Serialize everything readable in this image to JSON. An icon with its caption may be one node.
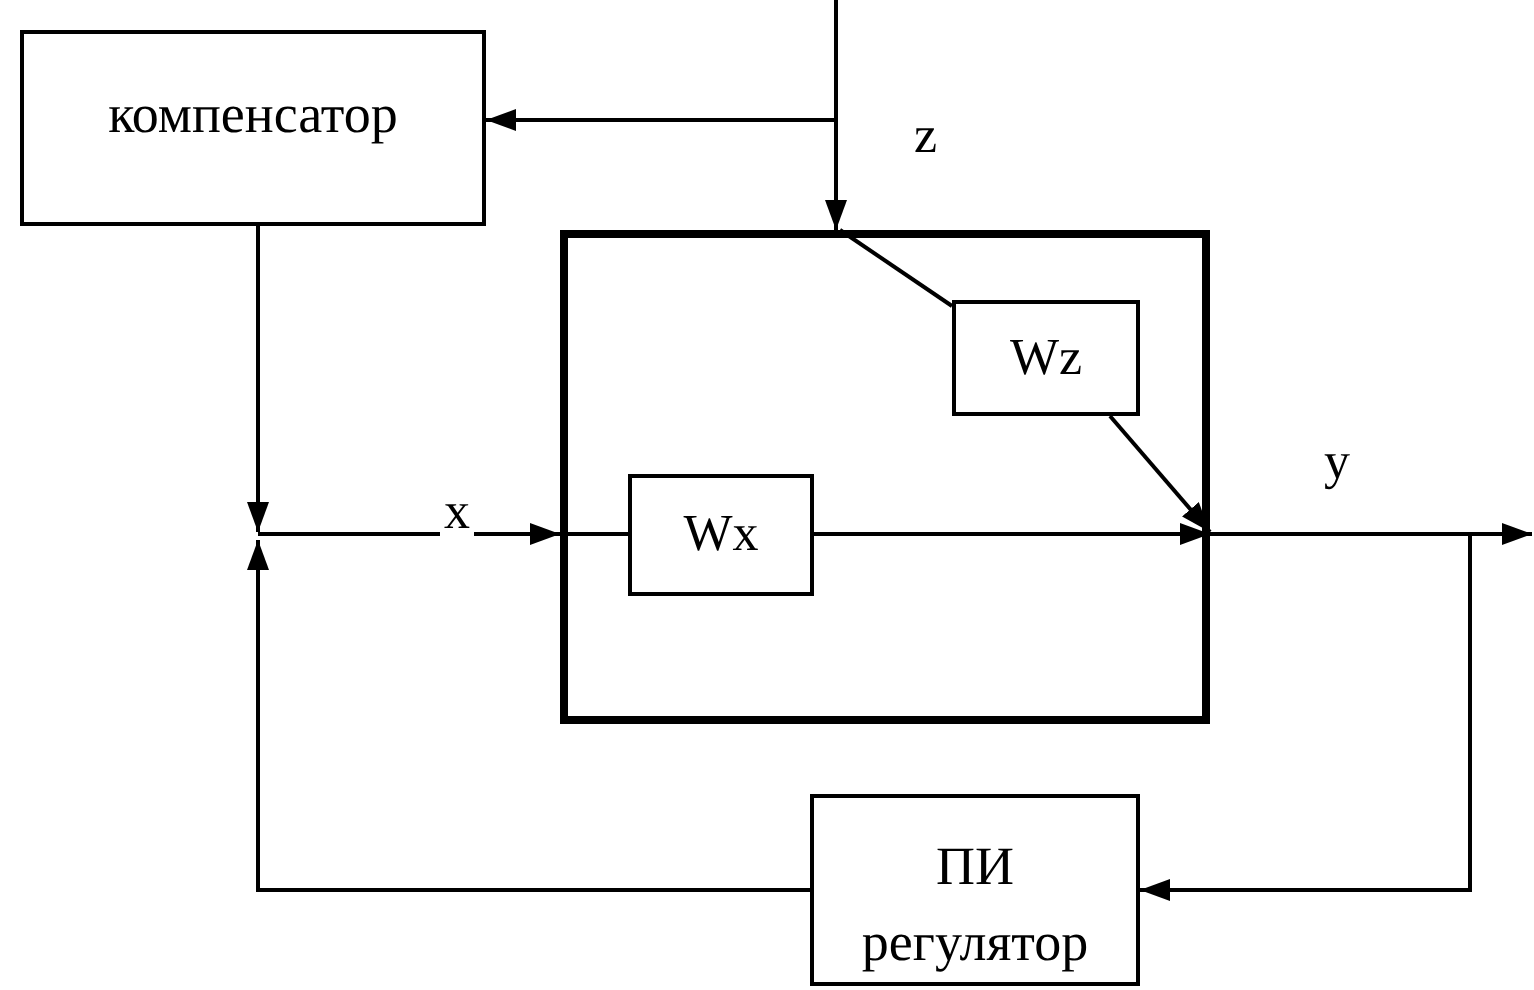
{
  "diagram": {
    "nodes": [
      {
        "text": [
          "компенсатор"
        ]
      },
      {
        "text": [],
        "shape": "box"
      },
      {
        "text": [
          "Wz"
        ],
        "in": 1
      },
      {
        "text": [
          "Wx"
        ],
        "in": 1
      },
      {
        "text": [
          "ПИ регулятор"
        ]
      }
    ],
    "edges": [
      {
        "from": null,
        "to": 1,
        "arrow": "to",
        "label": "z"
      },
      {
        "from": null,
        "to": 0,
        "arrow": "to"
      },
      {
        "from": 1,
        "to": 2,
        "arrow": "none"
      },
      {
        "from": 1,
        "to": 3,
        "arrow": "none"
      },
      {
        "from": 3,
        "to": 1,
        "arrow": "to"
      },
      {
        "from": 2,
        "to": 1,
        "arrow": "to"
      },
      {
        "from": 1,
        "to": null,
        "arrow": "to",
        "label": "y"
      },
      {
        "from": 1,
        "to": 4,
        "arrow": "to"
      },
      {
        "from": 0,
        "to": null,
        "arrow": "to"
      },
      {
        "from": 4,
        "to": null,
        "arrow": "to"
      },
      {
        "from": null,
        "to": 1,
        "arrow": "to",
        "label": "x"
      }
    ]
  }
}
